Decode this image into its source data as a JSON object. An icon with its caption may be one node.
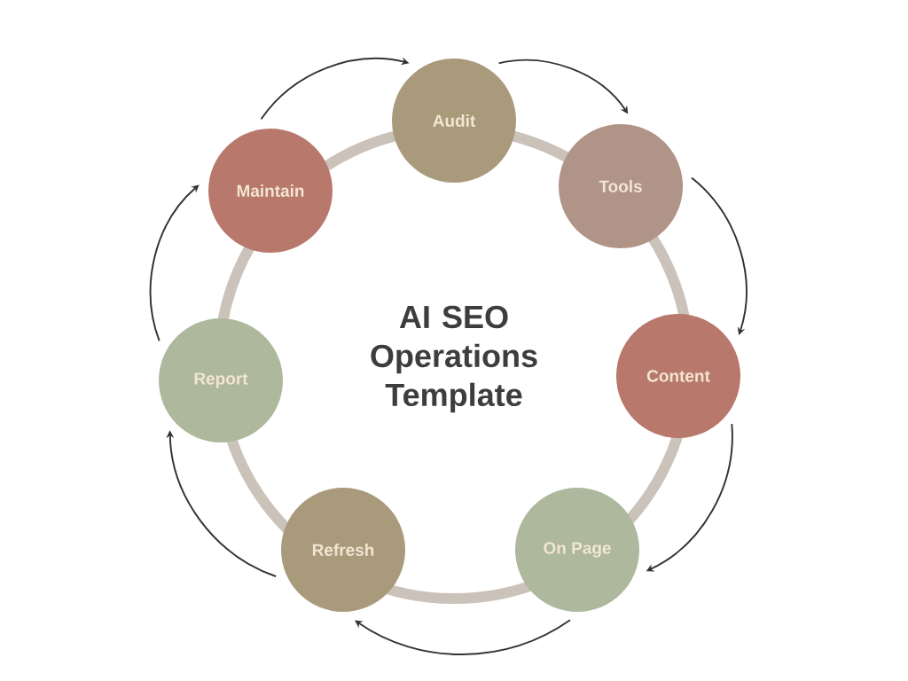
{
  "diagram": {
    "title": "AI SEO Operations Template",
    "nodes": [
      {
        "text": [
          "Audit"
        ]
      },
      {
        "text": [
          "Tools"
        ]
      },
      {
        "text": [
          "Content"
        ]
      },
      {
        "text": [
          "On Page"
        ]
      },
      {
        "text": [
          "Refresh"
        ]
      },
      {
        "text": [
          "Report"
        ]
      },
      {
        "text": [
          "Maintain"
        ]
      }
    ],
    "edges": [
      {
        "from": 0,
        "to": 1,
        "arrow": "to"
      },
      {
        "from": 1,
        "to": 2,
        "arrow": "to"
      },
      {
        "from": 2,
        "to": 3,
        "arrow": "to"
      },
      {
        "from": 3,
        "to": 4,
        "arrow": "to"
      },
      {
        "from": 4,
        "to": 5,
        "arrow": "to"
      },
      {
        "from": 5,
        "to": 6,
        "arrow": "to"
      },
      {
        "from": 6,
        "to": 0,
        "arrow": "to"
      }
    ]
  }
}
